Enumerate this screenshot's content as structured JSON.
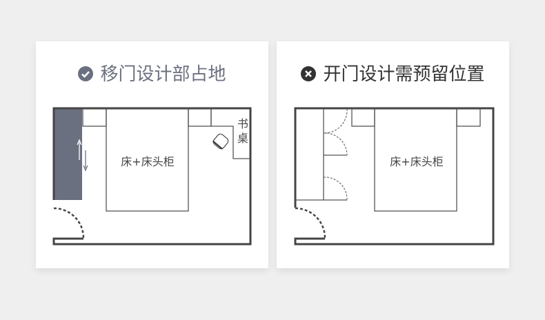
{
  "good": {
    "title": "移门设计部占地",
    "icon": "check-circle-icon",
    "bed_label": "床+床头柜",
    "desk_label_1": "书",
    "desk_label_2": "桌"
  },
  "bad": {
    "title": "开门设计需预留位置",
    "icon": "x-circle-icon",
    "bed_label": "床+床头柜"
  },
  "colors": {
    "sliding_wardrobe": "#6b7080",
    "wall": "#444444",
    "background": "#efefef"
  }
}
